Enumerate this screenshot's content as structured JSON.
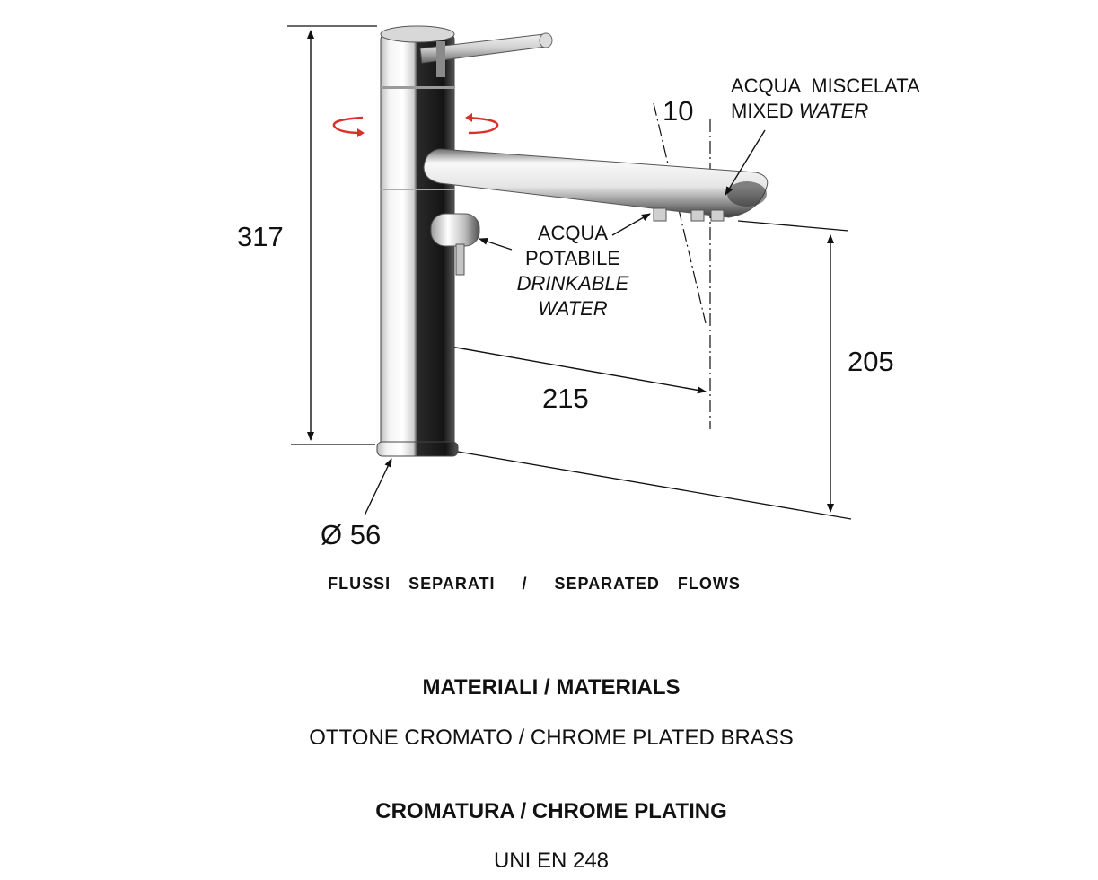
{
  "dimensions": {
    "height_total": "317",
    "spout_reach": "215",
    "spout_height": "205",
    "spout_angle": "10",
    "base_diameter": "Ø 56"
  },
  "labels": {
    "mixed_water_it": "ACQUA  MISCELATA",
    "mixed_water_en_1": "MIXED ",
    "mixed_water_en_2": "WATER",
    "drinkable_it_1": "ACQUA",
    "drinkable_it_2": "POTABILE",
    "drinkable_en_1": "DRINKABLE",
    "drinkable_en_2": "WATER"
  },
  "caption": "FLUSSI  SEPARATI   /   SEPARATED  FLOWS",
  "specs": {
    "materials_heading": "MATERIALI / MATERIALS",
    "materials_value": "OTTONE CROMATO / CHROME PLATED BRASS",
    "plating_heading": "CROMATURA / CHROME PLATING",
    "plating_value": "UNI EN 248"
  },
  "colors": {
    "line": "#111111",
    "rotation_arrow": "#d9302a",
    "chrome_dark": "#1b1b1b",
    "chrome_light": "#e9e9e9"
  }
}
